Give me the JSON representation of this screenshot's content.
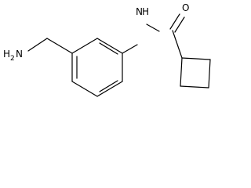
{
  "molecule": {
    "atoms": {
      "nh": "N",
      "nh_h": "H",
      "oxygen": "O",
      "amine_n": "N",
      "amine_h": "H",
      "amine_sub": "2"
    }
  },
  "colors": {
    "bond": "#000000",
    "text": "#000000",
    "background": "#ffffff"
  }
}
